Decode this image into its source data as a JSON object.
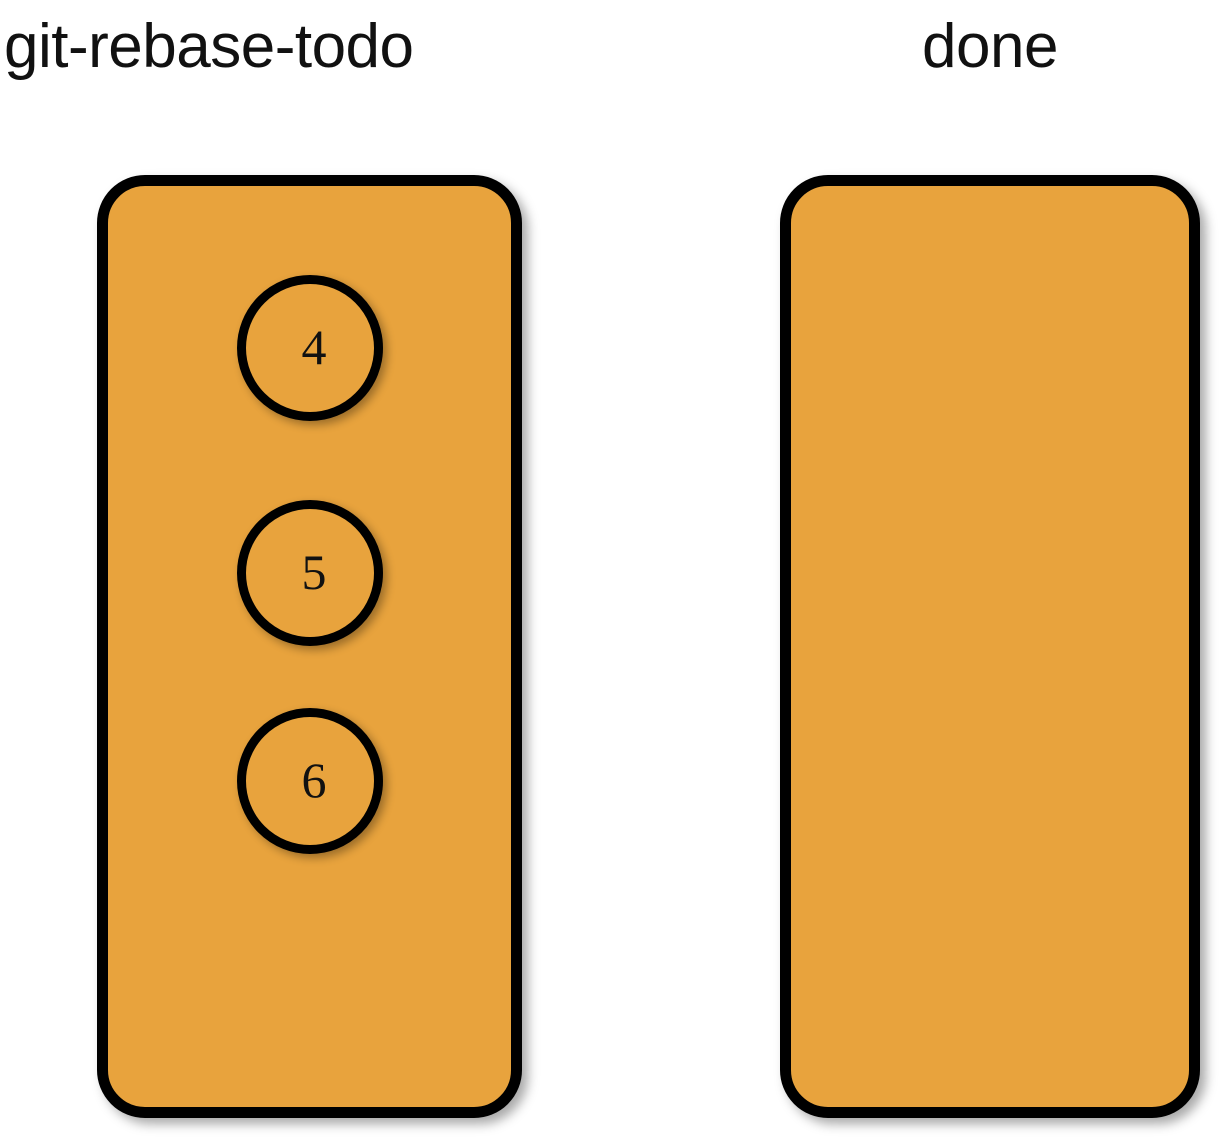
{
  "diagram": {
    "title": "git-rebase-todo",
    "background_color": "#ffffff",
    "stack_fill_color": "#E8A33D",
    "stroke_color": "#000000"
  },
  "columns": [
    {
      "id": "todo",
      "label": "git-rebase-todo",
      "empty": false,
      "commits": [
        {
          "label": "4"
        },
        {
          "label": "5"
        },
        {
          "label": "6"
        }
      ]
    },
    {
      "id": "done",
      "label": "done",
      "empty": true,
      "commits": []
    }
  ]
}
